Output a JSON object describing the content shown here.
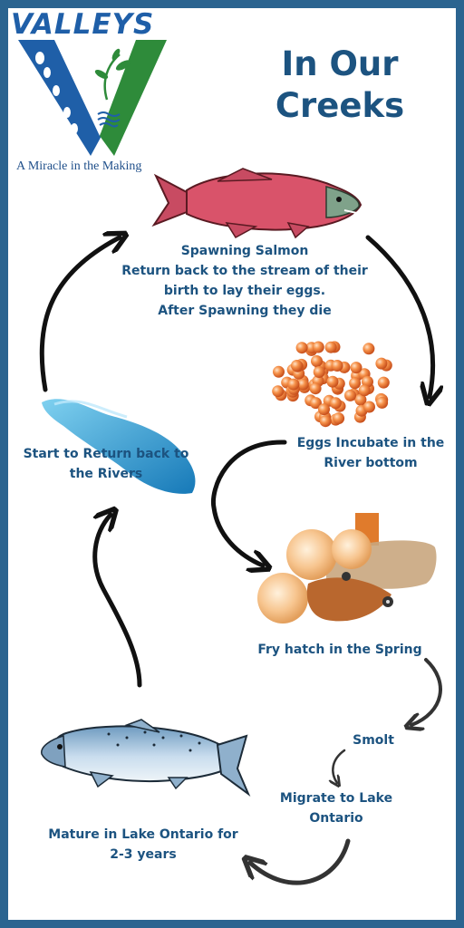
{
  "logo": {
    "name": "VALLEYS",
    "tagline": "A Miracle in the Making"
  },
  "title": {
    "line1": "In Our",
    "line2": "Creeks"
  },
  "stages": {
    "spawning": {
      "line1": "Spawning Salmon",
      "line2": "Return back to the stream of their",
      "line3": "birth to lay their eggs.",
      "line4": "After Spawning they die"
    },
    "eggs": {
      "line1": "Eggs Incubate in the",
      "line2": "River bottom"
    },
    "fry": {
      "line1": "Fry hatch in the Spring"
    },
    "smolt": {
      "line1": "Smolt"
    },
    "migrate": {
      "line1": "Migrate to Lake",
      "line2": "Ontario"
    },
    "mature": {
      "line1": "Mature in Lake Ontario for",
      "line2": "2-3 years"
    },
    "return": {
      "line1": "Start to Return back to",
      "line2": "the Rivers"
    }
  },
  "colors": {
    "border": "#2b6490",
    "text": "#1c5380",
    "logo_blue": "#1f5fa8",
    "logo_green": "#2e8b3a"
  }
}
